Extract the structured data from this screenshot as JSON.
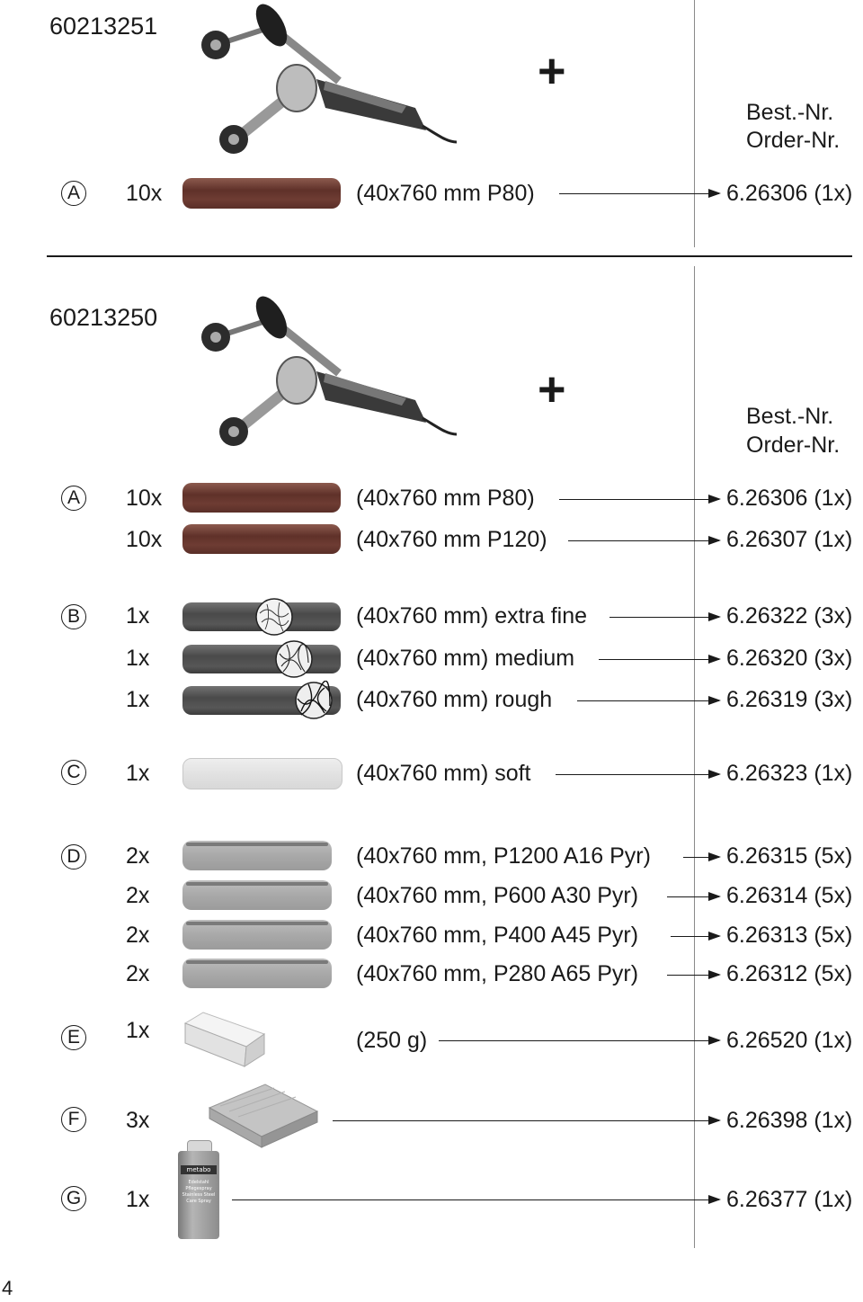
{
  "page_number": "4",
  "set1": {
    "code": "60213251",
    "plus": "+",
    "header_line1": "Best.-Nr.",
    "header_line2": "Order-Nr.",
    "rows": [
      {
        "letter": "A",
        "qty": "10x",
        "desc": "(40x760 mm P80)",
        "order": "6.26306 (1x)"
      }
    ]
  },
  "set2": {
    "code": "60213250",
    "plus": "+",
    "header_line1": "Best.-Nr.",
    "header_line2": "Order-Nr.",
    "groups": {
      "A": {
        "letter": "A",
        "rows": [
          {
            "qty": "10x",
            "desc": "(40x760 mm P80)",
            "order": "6.26306 (1x)"
          },
          {
            "qty": "10x",
            "desc": "(40x760 mm P120)",
            "order": "6.26307 (1x)"
          }
        ]
      },
      "B": {
        "letter": "B",
        "rows": [
          {
            "qty": "1x",
            "desc": "(40x760 mm) extra fine",
            "order": "6.26322 (3x)"
          },
          {
            "qty": "1x",
            "desc": "(40x760 mm) medium",
            "order": "6.26320 (3x)"
          },
          {
            "qty": "1x",
            "desc": "(40x760 mm) rough",
            "order": "6.26319 (3x)"
          }
        ]
      },
      "C": {
        "letter": "C",
        "rows": [
          {
            "qty": "1x",
            "desc": "(40x760 mm) soft",
            "order": "6.26323 (1x)"
          }
        ]
      },
      "D": {
        "letter": "D",
        "rows": [
          {
            "qty": "2x",
            "desc": "(40x760 mm, P1200 A16 Pyr)",
            "order": "6.26315 (5x)"
          },
          {
            "qty": "2x",
            "desc": "(40x760 mm, P600 A30 Pyr)",
            "order": "6.26314 (5x)"
          },
          {
            "qty": "2x",
            "desc": "(40x760 mm, P400 A45 Pyr)",
            "order": "6.26313 (5x)"
          },
          {
            "qty": "2x",
            "desc": "(40x760 mm, P280 A65 Pyr)",
            "order": "6.26312 (5x)"
          }
        ]
      },
      "E": {
        "letter": "E",
        "rows": [
          {
            "qty": "1x",
            "desc": "(250 g)",
            "order": "6.26520 (1x)"
          }
        ]
      },
      "F": {
        "letter": "F",
        "rows": [
          {
            "qty": "3x",
            "order": "6.26398 (1x)"
          }
        ]
      },
      "G": {
        "letter": "G",
        "rows": [
          {
            "qty": "1x",
            "order": "6.26377 (1x)"
          }
        ]
      }
    }
  },
  "spray_can_label": {
    "brand": "metabo",
    "line1": "Edelstahl",
    "line2": "Pflegespray",
    "line3": "Stainless Steel",
    "line4": "Care Spray"
  }
}
